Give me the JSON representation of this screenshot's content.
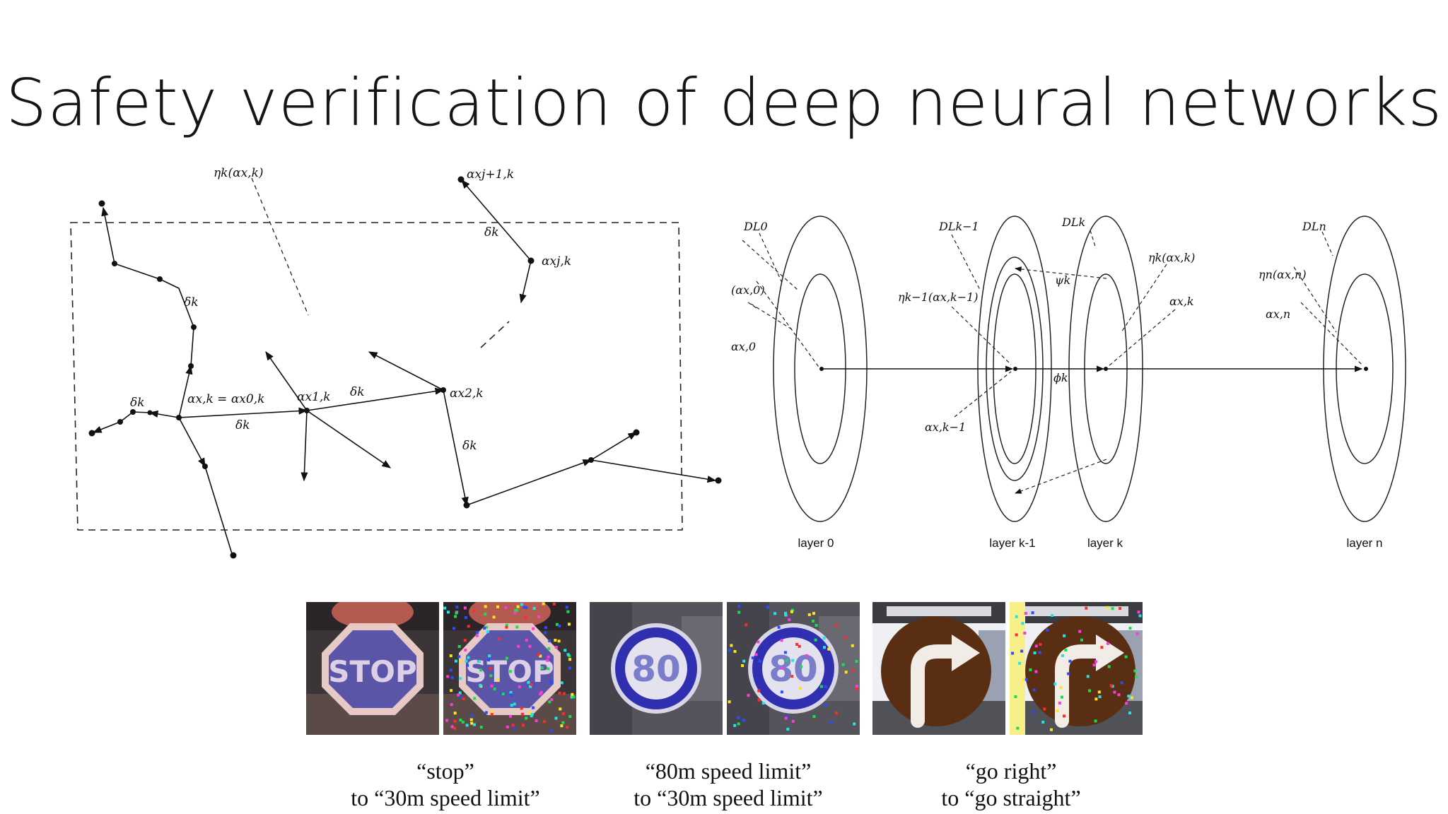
{
  "title": "Safety verification of deep neural networks",
  "tree_diagram": {
    "labels": {
      "eta": "ηk(αx,k)",
      "alpha_root": "αx,k = αx0,k",
      "alpha_x1": "αx1,k",
      "alpha_x2": "αx2,k",
      "alpha_xj": "αxj,k",
      "alpha_xj1": "αxj+1,k",
      "delta": "δk"
    }
  },
  "layers_diagram": {
    "labels": {
      "d_l0": "DL0",
      "d_lk1": "DLk−1",
      "d_lk": "DLk",
      "d_ln": "DLn",
      "alpha_x0_paren": "(αx,0)",
      "alpha_x0": "αx,0",
      "eta_k1": "ηk−1(αx,k−1)",
      "alpha_xk1": "αx,k−1",
      "psi": "ψk",
      "phi": "ϕk",
      "eta_k": "ηk(αx,k)",
      "alpha_xk": "αx,k",
      "eta_n": "ηn(αx,n)",
      "alpha_xn": "αx,n"
    },
    "layer_names": [
      "layer 0",
      "layer k-1",
      "layer k",
      "layer n"
    ]
  },
  "examples": [
    {
      "caption_line1": "“stop”",
      "caption_line2": "to “30m speed limit”",
      "sign_text": "STOP"
    },
    {
      "caption_line1": "“80m speed limit”",
      "caption_line2": "to “30m speed limit”",
      "sign_text": "80"
    },
    {
      "caption_line1": "“go right”",
      "caption_line2": "to “go straight”",
      "sign_text": ""
    }
  ],
  "colors": {
    "stop_sign": "#5a55a6",
    "speed_ring": "#2f2fb0",
    "arrow_sign": "#5a2e12",
    "noise": [
      "#ff2a2a",
      "#19e04a",
      "#ffe619",
      "#2a4bff",
      "#ff39e0",
      "#21e5e5"
    ]
  }
}
